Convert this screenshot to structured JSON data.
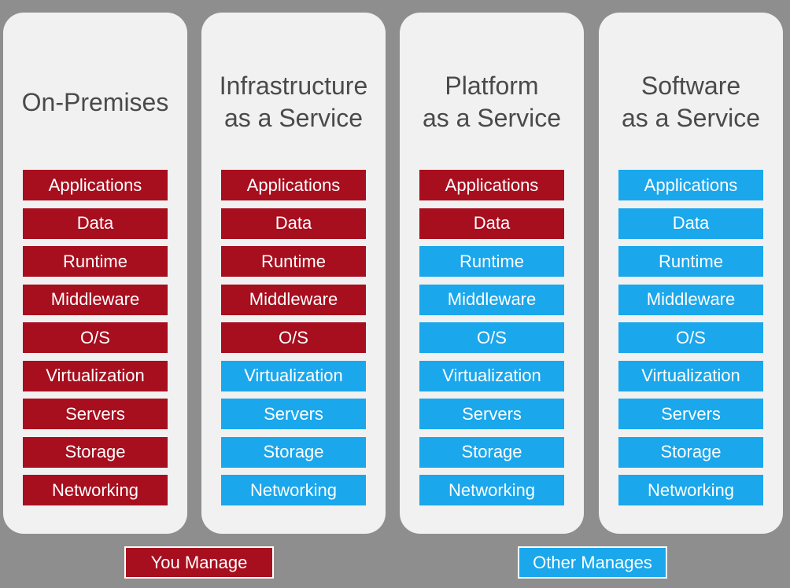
{
  "colors": {
    "background": "#8e8e8e",
    "panel": "#f1f1f1",
    "you_manage": "#a70e1e",
    "other_manages": "#1aa7ec",
    "title_text": "#4a4a4a"
  },
  "columns": [
    {
      "title_lines": [
        "On-Premises"
      ],
      "layers": [
        {
          "label": "Applications",
          "managed_by": "you"
        },
        {
          "label": "Data",
          "managed_by": "you"
        },
        {
          "label": "Runtime",
          "managed_by": "you"
        },
        {
          "label": "Middleware",
          "managed_by": "you"
        },
        {
          "label": "O/S",
          "managed_by": "you"
        },
        {
          "label": "Virtualization",
          "managed_by": "you"
        },
        {
          "label": "Servers",
          "managed_by": "you"
        },
        {
          "label": "Storage",
          "managed_by": "you"
        },
        {
          "label": "Networking",
          "managed_by": "you"
        }
      ]
    },
    {
      "title_lines": [
        "Infrastructure",
        "as a Service"
      ],
      "layers": [
        {
          "label": "Applications",
          "managed_by": "you"
        },
        {
          "label": "Data",
          "managed_by": "you"
        },
        {
          "label": "Runtime",
          "managed_by": "you"
        },
        {
          "label": "Middleware",
          "managed_by": "you"
        },
        {
          "label": "O/S",
          "managed_by": "you"
        },
        {
          "label": "Virtualization",
          "managed_by": "other"
        },
        {
          "label": "Servers",
          "managed_by": "other"
        },
        {
          "label": "Storage",
          "managed_by": "other"
        },
        {
          "label": "Networking",
          "managed_by": "other"
        }
      ]
    },
    {
      "title_lines": [
        "Platform",
        "as a Service"
      ],
      "layers": [
        {
          "label": "Applications",
          "managed_by": "you"
        },
        {
          "label": "Data",
          "managed_by": "you"
        },
        {
          "label": "Runtime",
          "managed_by": "other"
        },
        {
          "label": "Middleware",
          "managed_by": "other"
        },
        {
          "label": "O/S",
          "managed_by": "other"
        },
        {
          "label": "Virtualization",
          "managed_by": "other"
        },
        {
          "label": "Servers",
          "managed_by": "other"
        },
        {
          "label": "Storage",
          "managed_by": "other"
        },
        {
          "label": "Networking",
          "managed_by": "other"
        }
      ]
    },
    {
      "title_lines": [
        "Software",
        "as a Service"
      ],
      "layers": [
        {
          "label": "Applications",
          "managed_by": "other"
        },
        {
          "label": "Data",
          "managed_by": "other"
        },
        {
          "label": "Runtime",
          "managed_by": "other"
        },
        {
          "label": "Middleware",
          "managed_by": "other"
        },
        {
          "label": "O/S",
          "managed_by": "other"
        },
        {
          "label": "Virtualization",
          "managed_by": "other"
        },
        {
          "label": "Servers",
          "managed_by": "other"
        },
        {
          "label": "Storage",
          "managed_by": "other"
        },
        {
          "label": "Networking",
          "managed_by": "other"
        }
      ]
    }
  ],
  "legend": {
    "you_label": "You Manage",
    "other_label": "Other Manages"
  }
}
